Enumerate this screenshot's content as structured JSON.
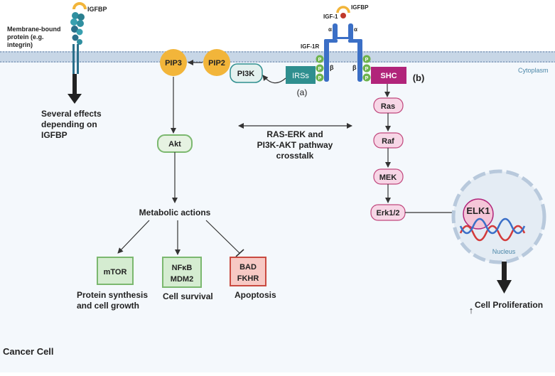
{
  "membrane": {
    "protein_label_1": "Membrane-bound",
    "protein_label_2": "protein (e.g.",
    "protein_label_3": "integrin)",
    "igfbp_left": "IGFBP",
    "igfbp_right": "IGFBP",
    "igf1": "IGF-1",
    "igf1r": "IGF-1R",
    "alpha": "α",
    "beta": "β",
    "phospho": "P",
    "cytoplasm": "Cytoplasm"
  },
  "effects": {
    "line1": "Several effects",
    "line2": "depending on",
    "line3": "IGFBP"
  },
  "pi3k_pathway": {
    "pip3": "PIP3",
    "pip2": "PIP2",
    "pi3k": "PI3K",
    "irss": "IRSs",
    "label_a": "(a)",
    "akt": "Akt",
    "metabolic": "Metabolic actions"
  },
  "ras_pathway": {
    "shc": "SHC",
    "label_b": "(b)",
    "ras": "Ras",
    "raf": "Raf",
    "mek": "MEK",
    "erk": "Erk1/2"
  },
  "crosstalk": {
    "line1": "RAS-ERK and",
    "line2": "PI3K-AKT pathway",
    "line3": "crosstalk"
  },
  "targets": {
    "mtor": "mTOR",
    "nfkb": "NFκB",
    "mdm2": "MDM2",
    "bad": "BAD",
    "fkhr": "FKHR",
    "protein_synthesis_1": "Protein synthesis",
    "protein_synthesis_2": "and cell growth",
    "cell_survival": "Cell survival",
    "apoptosis": "Apoptosis"
  },
  "nucleus": {
    "elk1": "ELK1",
    "label": "Nucleus",
    "proliferation_arrow": "↑",
    "proliferation": "Cell Proliferation"
  },
  "cell_label": "Cancer Cell",
  "colors": {
    "membrane": "#c7d6e6",
    "cytoplasm": "#f4f8fc",
    "orange": "#f2b53a",
    "green_fill": "#e6f2e2",
    "green_stroke": "#7bb86f",
    "pink_fill": "#f7d6e6",
    "pink_stroke": "#c0477d",
    "magenta": "#b1247a",
    "red_fill": "#f7c9c4",
    "red_stroke": "#c94a40",
    "receptor_blue": "#3b6fc6",
    "teal": "#2f8fa0",
    "nucleus": "#e4ecf4",
    "dna_red": "#d33b3b",
    "dna_blue": "#3a6fc8"
  }
}
